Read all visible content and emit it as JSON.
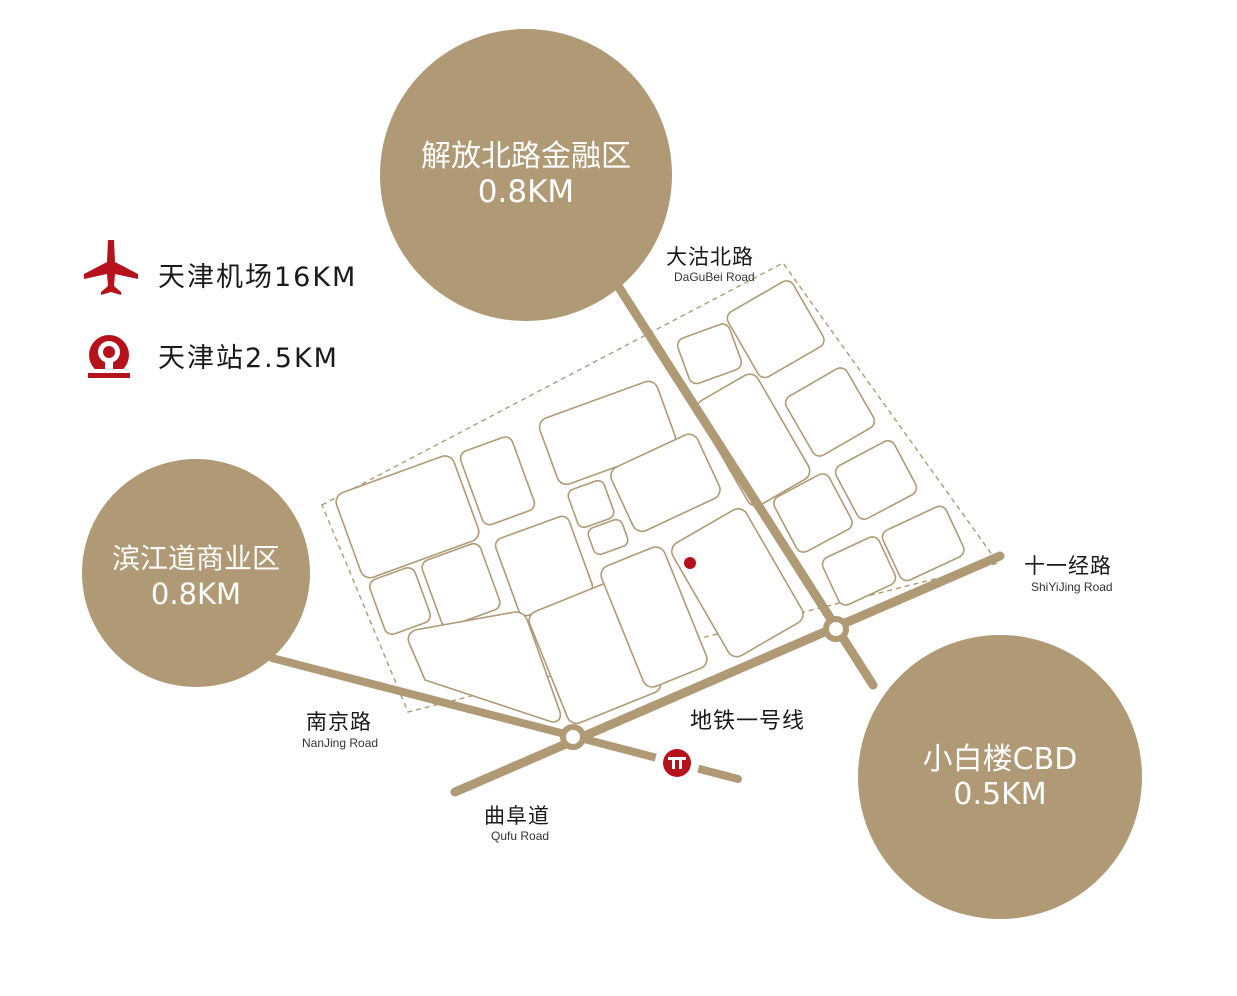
{
  "colors": {
    "accent": "#b09a75",
    "circle": "#b09a75",
    "marker_red": "#b5121b",
    "text": "#1a1a1a"
  },
  "legend": [
    {
      "icon": "airplane-icon",
      "label": "天津机场16KM"
    },
    {
      "icon": "railway-station-icon",
      "label": "天津站2.5KM"
    }
  ],
  "districts": {
    "jiefang": {
      "name": "解放北路金融区",
      "distance": "0.8KM"
    },
    "binjiang": {
      "name": "滨江道商业区",
      "distance": "0.8KM"
    },
    "xiaobailou": {
      "name": "小白楼CBD",
      "distance": "0.5KM"
    }
  },
  "roads": {
    "dagubei": {
      "cn": "大沽北路",
      "en": "DaGuBei Road"
    },
    "shiyijing": {
      "cn": "十一经路",
      "en": "ShiYiJing Road"
    },
    "nanjing": {
      "cn": "南京路",
      "en": "NanJing Road"
    },
    "qufu": {
      "cn": "曲阜道",
      "en": "Qufu Road"
    },
    "metro": {
      "cn": "地铁一号线"
    }
  },
  "icons": {
    "metro": "metro-icon",
    "project": "location-dot-icon"
  }
}
